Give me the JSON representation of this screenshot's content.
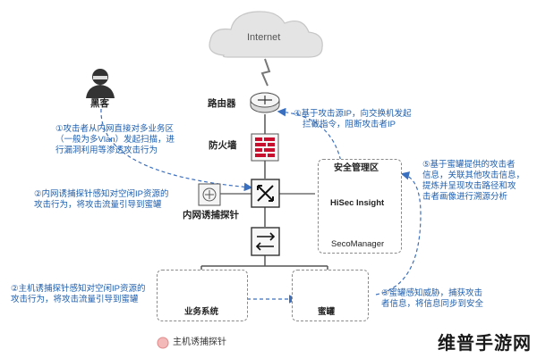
{
  "internet": {
    "label": "Internet"
  },
  "hacker": {
    "label": "黑客"
  },
  "router": {
    "label": "路由器"
  },
  "firewall": {
    "label": "防火墙"
  },
  "intranet_probe": {
    "label": "内网诱捕探针"
  },
  "security_zone": {
    "title": "安全管理区",
    "product1": "HiSec Insight",
    "product2": "SecoManager"
  },
  "business": {
    "label": "业务系统"
  },
  "honeypot": {
    "label": "蜜罐"
  },
  "legend": {
    "host_probe": "主机诱捕探针"
  },
  "annotations": {
    "a1": [
      "①攻击者从内网直接对多业务区",
      "（一般为多Vlan）发起扫描，进",
      "行漏洞利用等渗透攻击行为"
    ],
    "a2": [
      "②内网诱捕探针感知对空闲IP资源的",
      "攻击行为，将攻击流量引导到蜜罐"
    ],
    "a2b": [
      "②主机诱捕探针感知对空闲IP资源的",
      "攻击行为，将攻击流量引导到蜜罐"
    ],
    "a3": [
      "③蜜罐感知威胁，捕获攻击",
      "者信息，将信息同步到安全"
    ],
    "a4": [
      "④基于攻击源IP，向交换机发起",
      "拦截指令，阻断攻击者IP"
    ],
    "a5": [
      "⑤基于蜜罐提供的攻击者",
      "信息，关联其他攻击信息，",
      "提炼并呈现攻击路径和攻",
      "击者画像进行溯源分析"
    ]
  },
  "watermark": "维普手游网",
  "colors": {
    "annotation": "#1f5fae",
    "dash": "#3a6fc0",
    "accent_red": "#c8102e",
    "probe": "#f3b9b9"
  }
}
